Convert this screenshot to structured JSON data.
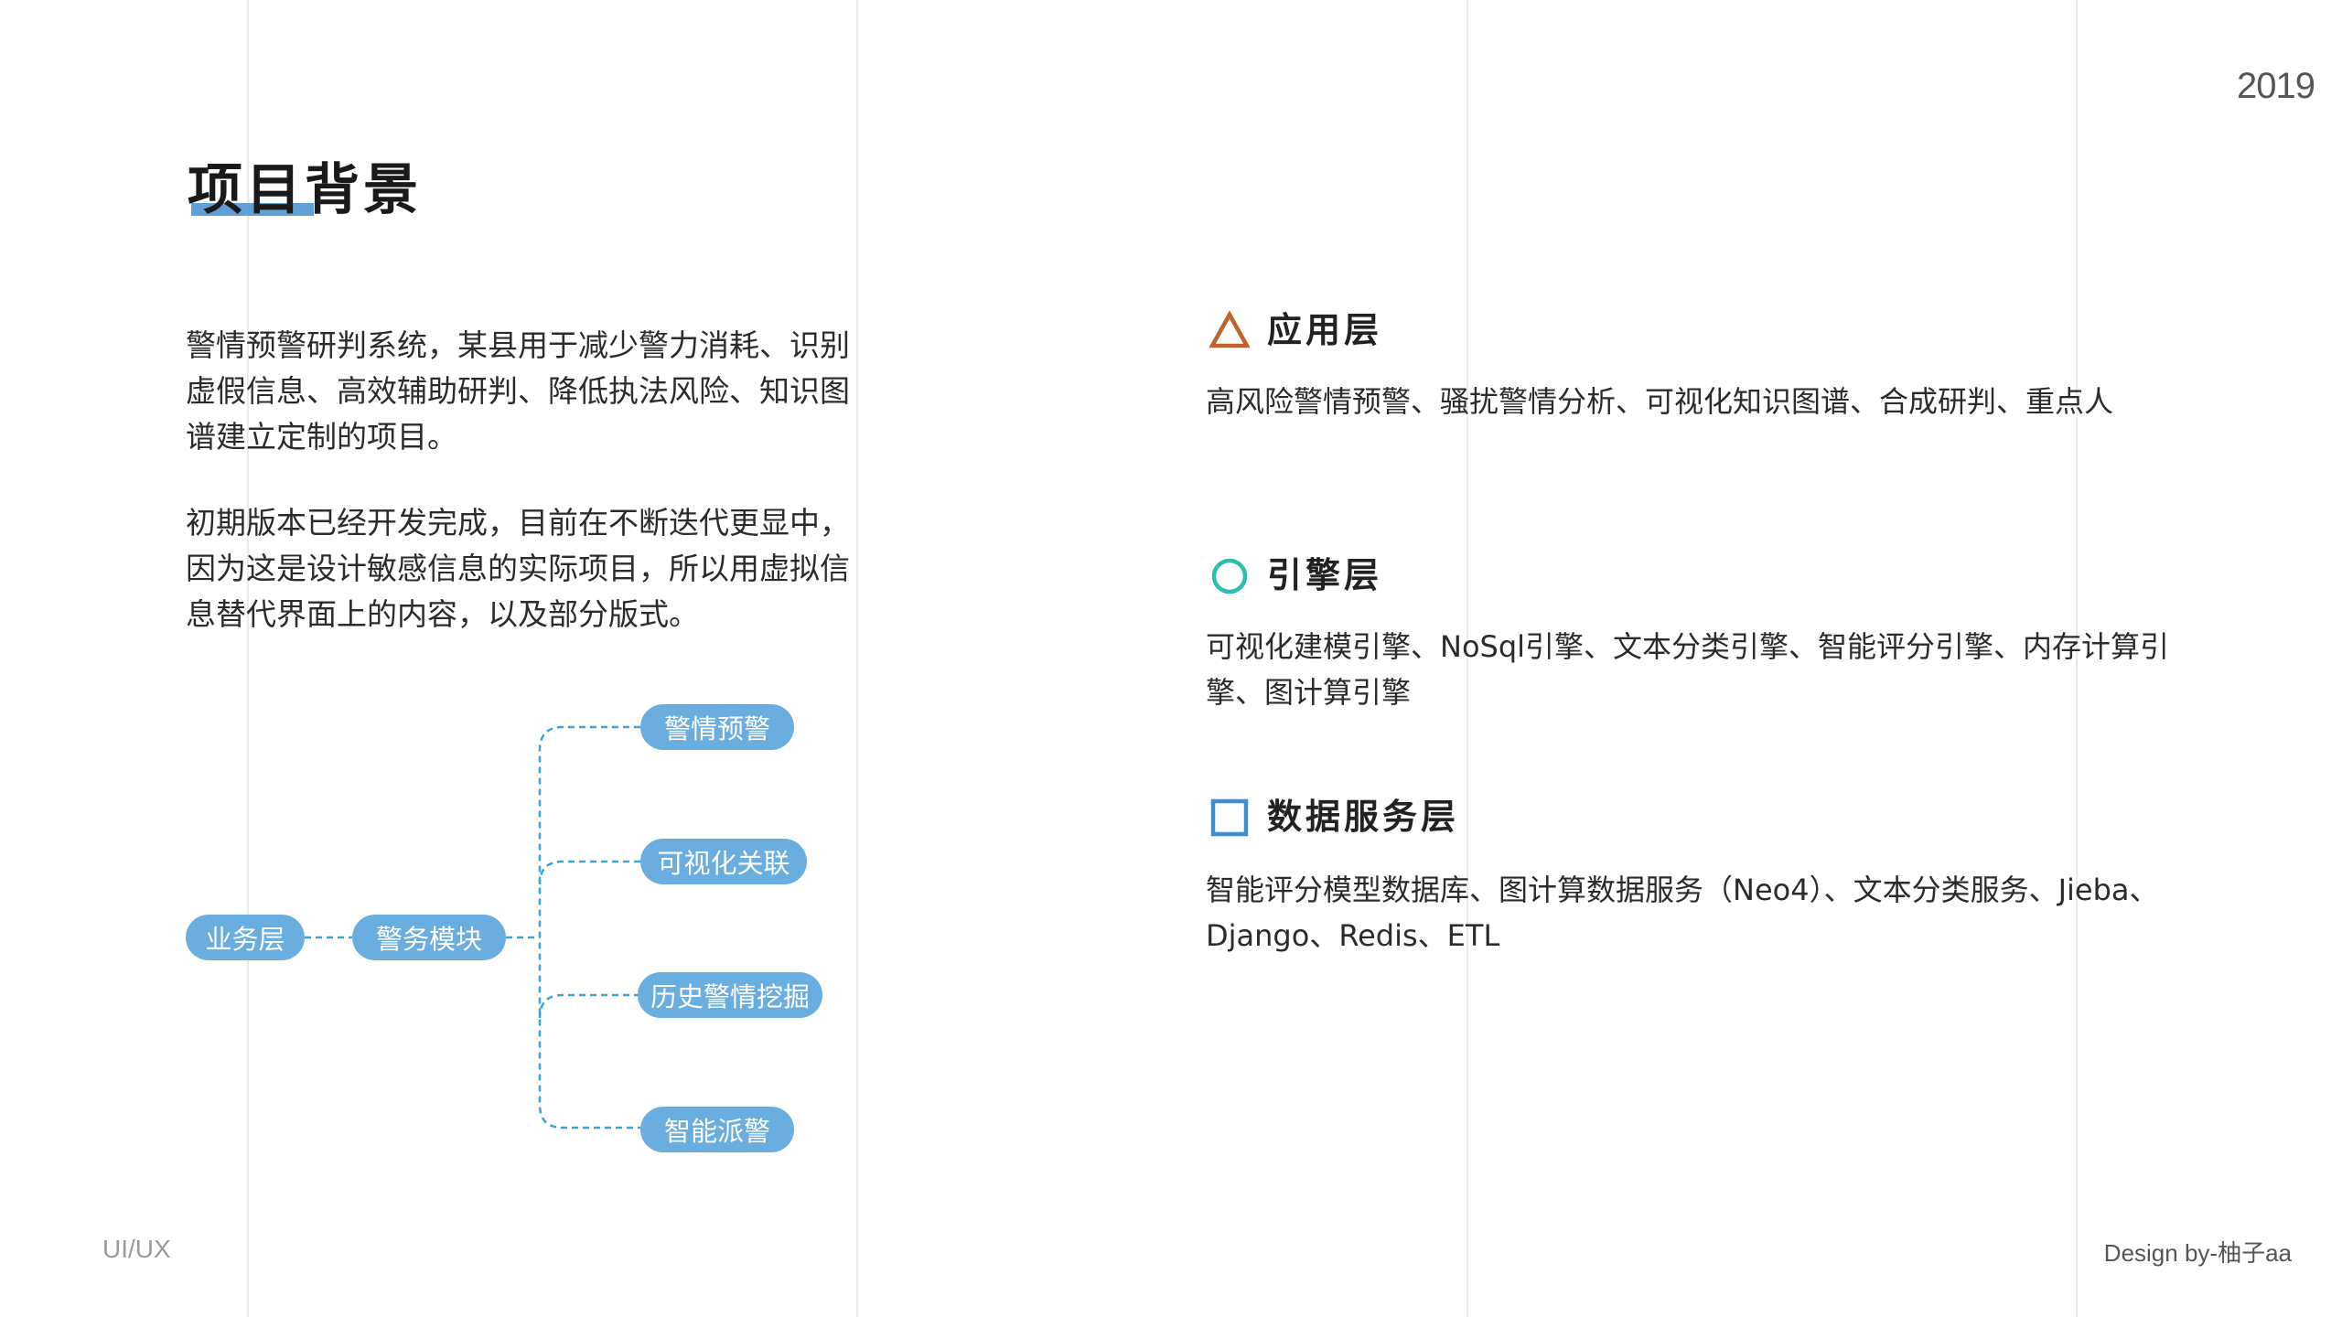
{
  "page": {
    "year": "2019",
    "footer_left": "UI/UX",
    "footer_right": "Design by-柚子aa"
  },
  "header": {
    "title": "项目背景"
  },
  "intro": {
    "paragraph1": "警情预警研判系统，某县用于减少警力消耗、识别虚假信息、高效辅助研判、降低执法风险、知识图谱建立定制的项目。",
    "paragraph2": "初期版本已经开发完成，目前在不断迭代更显中，因为这是设计敏感信息的实际项目，所以用虚拟信息替代界面上的内容，以及部分版式。"
  },
  "tree": {
    "root": "业务层",
    "module": "警务模块",
    "children": [
      "警情预警",
      "可视化关联",
      "历史警情挖掘",
      "智能派警"
    ]
  },
  "layers": [
    {
      "title": "应用层",
      "icon": "triangle-icon",
      "color": "#c0612b",
      "text": "高风险警情预警、骚扰警情分析、可视化知识图谱、合成研判、重点人"
    },
    {
      "title": "引擎层",
      "icon": "circle-icon",
      "color": "#2bbfb0",
      "text": "可视化建模引擎、NoSql引擎、文本分类引擎、智能评分引擎、内存计算引擎、图计算引擎"
    },
    {
      "title": "数据服务层",
      "icon": "square-icon",
      "color": "#3f8fd0",
      "text": "智能评分模型数据库、图计算数据服务（Neo4）、文本分类服务、Jieba、Django、Redis、ETL"
    }
  ],
  "colors": {
    "accent": "#5ea0d7",
    "pill": "#6aaddf",
    "connector": "#3aa3d6",
    "gridline": "#ebebeb"
  }
}
